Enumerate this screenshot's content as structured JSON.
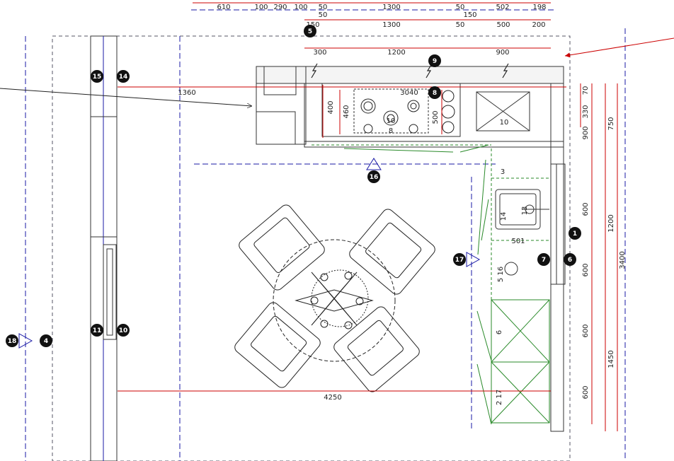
{
  "dimensions": {
    "top_row1": [
      "610",
      "100",
      "290",
      "100",
      "50",
      "1300",
      "50",
      "502",
      "198"
    ],
    "top_row2": [
      "50",
      "150"
    ],
    "top_row3": [
      "150",
      "1300",
      "50",
      "500",
      "200"
    ],
    "top_row4": [
      "300",
      "1200",
      "900"
    ],
    "room_width": "4250",
    "counter_depth": "1360",
    "counter_len": "3040",
    "depth_400": "400",
    "depth_460": "460",
    "depth_500": "500",
    "right_col1": [
      "70",
      "330",
      "900",
      "600",
      "600",
      "600",
      "600"
    ],
    "right_col2": [
      "750",
      "1200",
      "1450"
    ],
    "right_col3": [
      "3400"
    ],
    "side_501": "501"
  },
  "labels": {
    "label_10_sink": "10",
    "label_10_hob": "10",
    "label_8_small": "8",
    "label_3": "3",
    "label_14": "14",
    "label_13": "13",
    "label_5_16": "5 16",
    "label_6": "6",
    "label_2_17": "2 17"
  },
  "markers": [
    "1",
    "4",
    "5",
    "6",
    "7",
    "8",
    "9",
    "10",
    "11",
    "14",
    "15"
  ],
  "views": [
    "16",
    "17",
    "18"
  ],
  "colors": {
    "dim_line": "#cc0000",
    "grid_blue": "#1a1aa6",
    "wall": "#333333",
    "cabinet_green": "#2a8a2a",
    "dash_gray": "#555577"
  }
}
